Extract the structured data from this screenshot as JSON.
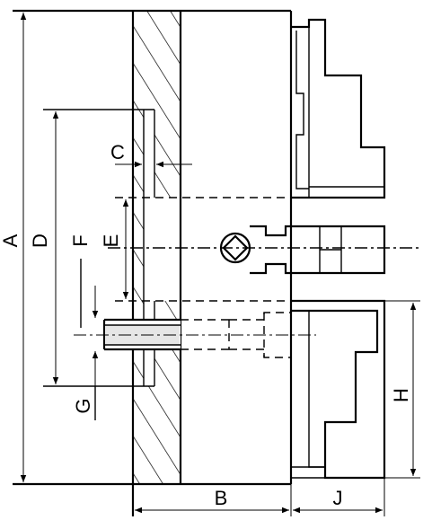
{
  "labels": {
    "a": "A",
    "b": "B",
    "c": "C",
    "d": "D",
    "e": "E",
    "f": "F",
    "g": "G",
    "h": "H",
    "j": "J"
  }
}
